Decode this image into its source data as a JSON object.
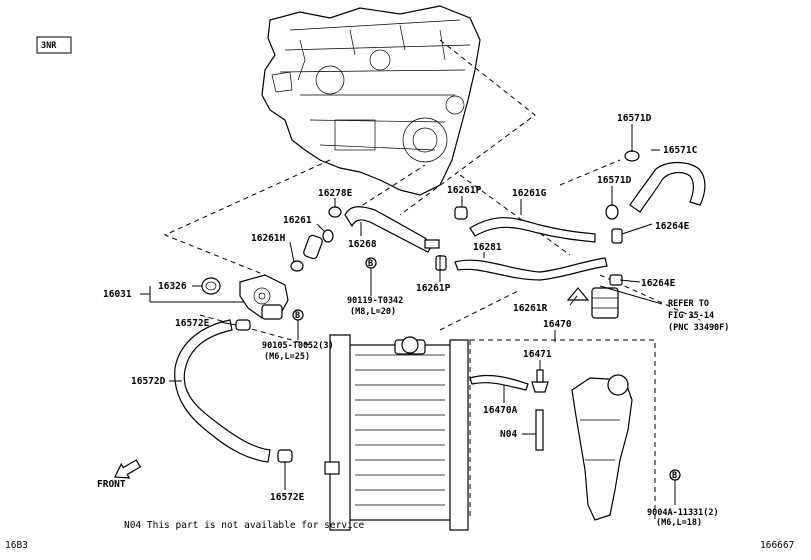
{
  "engine_code": "3NR",
  "page_left": "16B3",
  "page_right": "166667",
  "front_label": "FRONT",
  "note": "N04 This part is not available for service",
  "refer": {
    "line1": "REFER TO",
    "line2": "FIG 35-14",
    "line3": "(PNC 33490F)"
  },
  "labels": {
    "p16571D": "16571D",
    "p16571C": "16571C",
    "p16571D_2": "16571D",
    "p16264E_a": "16264E",
    "p16264E_b": "16264E",
    "p16261P_a": "16261P",
    "p16261P_b": "16261P",
    "p16261G": "16261G",
    "p16281": "16281",
    "p16261R": "16261R",
    "p16470": "16470",
    "p16471": "16471",
    "p16470A": "16470A",
    "pN04": "N04",
    "p16278E": "16278E",
    "p16261": "16261",
    "p16261H": "16261H",
    "p16268": "16268",
    "p16326": "16326",
    "p16031": "16031",
    "p16572E_a": "16572E",
    "p16572E_b": "16572E",
    "p16572D": "16572D",
    "bolt1_pn": "90119-T0342",
    "bolt1_spec": "(M8,L=20)",
    "bolt2_pn": "90105-T0052(3)",
    "bolt2_spec": "(M6,L=25)",
    "bolt3_pn": "9004A-11331(2)",
    "bolt3_spec": "(M6,L=18)",
    "bolt_mark": "B"
  }
}
